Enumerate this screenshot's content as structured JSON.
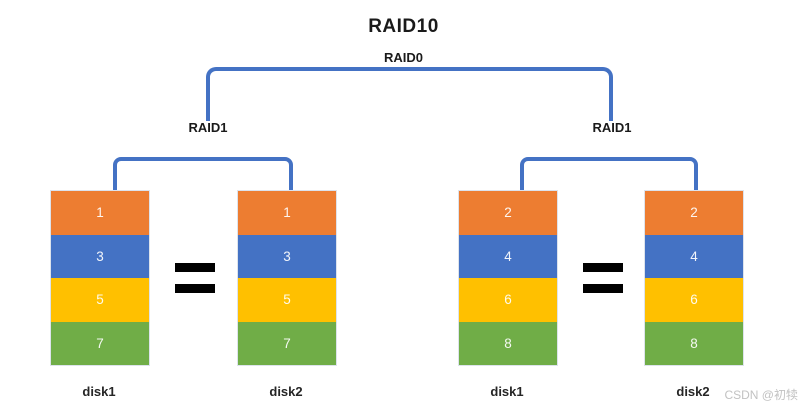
{
  "title": "RAID10",
  "subtitle": "RAID0",
  "watermark": "CSDN @初犊",
  "colors": {
    "connector": "#4472C4",
    "block_orange": "#ED7D31",
    "block_blue": "#4472C4",
    "block_yellow": "#FFC000",
    "block_green": "#70AD47",
    "equals": "#000000",
    "watermark": "#C2C2C2"
  },
  "groups": [
    {
      "label": "RAID1",
      "disks": [
        {
          "label": "disk1",
          "blocks": [
            {
              "value": "1",
              "color": "#ED7D31"
            },
            {
              "value": "3",
              "color": "#4472C4"
            },
            {
              "value": "5",
              "color": "#FFC000"
            },
            {
              "value": "7",
              "color": "#70AD47"
            }
          ]
        },
        {
          "label": "disk2",
          "blocks": [
            {
              "value": "1",
              "color": "#ED7D31"
            },
            {
              "value": "3",
              "color": "#4472C4"
            },
            {
              "value": "5",
              "color": "#FFC000"
            },
            {
              "value": "7",
              "color": "#70AD47"
            }
          ]
        }
      ]
    },
    {
      "label": "RAID1",
      "disks": [
        {
          "label": "disk1",
          "blocks": [
            {
              "value": "2",
              "color": "#ED7D31"
            },
            {
              "value": "4",
              "color": "#4472C4"
            },
            {
              "value": "6",
              "color": "#FFC000"
            },
            {
              "value": "8",
              "color": "#70AD47"
            }
          ]
        },
        {
          "label": "disk2",
          "blocks": [
            {
              "value": "2",
              "color": "#ED7D31"
            },
            {
              "value": "4",
              "color": "#4472C4"
            },
            {
              "value": "6",
              "color": "#FFC000"
            },
            {
              "value": "8",
              "color": "#70AD47"
            }
          ]
        }
      ]
    }
  ]
}
